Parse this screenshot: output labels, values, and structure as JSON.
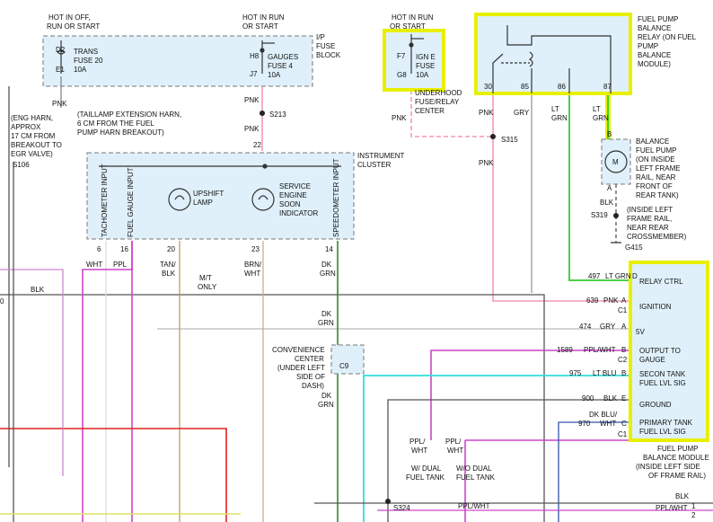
{
  "fuse_trans": {
    "power": [
      "HOT IN OFF,",
      "RUN OR START"
    ],
    "top_pin": "D2",
    "bottom_pin": "E1",
    "name": [
      "TRANS",
      "FUSE 20",
      "10A"
    ]
  },
  "fuse_gauges": {
    "power": [
      "HOT IN RUN",
      "OR START"
    ],
    "top_pin": "H8",
    "bottom_pin": "J7",
    "name": [
      "GAUGES",
      "FUSE 4",
      "10A"
    ]
  },
  "fuse_block_label": [
    "I/P",
    "FUSE",
    "BLOCK"
  ],
  "fuse_igne": {
    "power": [
      "HOT IN RUN",
      "OR START"
    ],
    "top_pin": "F7",
    "bottom_pin": "G8",
    "name": [
      "IGN E",
      "FUSE",
      "10A"
    ]
  },
  "underhood_label": [
    "UNDERHOOD",
    "FUSE/RELAY",
    "CENTER"
  ],
  "relay": {
    "pins": [
      "30",
      "85",
      "86",
      "87"
    ],
    "label": [
      "FUEL PUMP",
      "BALANCE",
      "RELAY (ON FUEL",
      "PUMP",
      "BALANCE",
      "MODULE)"
    ]
  },
  "relay_wires": [
    {
      "color_label": "PNK"
    },
    {
      "color_label": "GRY"
    },
    {
      "color_label": [
        "LT",
        "GRN"
      ]
    },
    {
      "color_label": [
        "LT",
        "GRN"
      ]
    }
  ],
  "left_wire_labels": {
    "pnk_top": "PNK",
    "s106": "S106",
    "pnk_s213_a": "PNK",
    "s213": "S213",
    "pnk_s213_b": "PNK",
    "pin22": "22",
    "pnk_underhood": "PNK",
    "s315": "S315",
    "pnk_s315": "PNK",
    "blk_main": "BLK",
    "zero": "0"
  },
  "eng_harn": [
    "(ENG HARN,",
    "APPROX",
    "17 CM FROM",
    "BREAKOUT TO",
    "EGR VALVE)"
  ],
  "taillamp_harn": [
    "(TAILLAMP EXTENSION HARN,",
    "6 CM FROM THE FUEL",
    "PUMP HARN BREAKOUT)"
  ],
  "cluster": {
    "label": [
      "INSTRUMENT",
      "CLUSTER"
    ],
    "upshift": [
      "UPSHIFT",
      "LAMP"
    ],
    "service": [
      "SERVICE",
      "ENGINE",
      "SOON",
      "INDICATOR"
    ],
    "inputs": [
      "TACHOMETER INPUT",
      "FUEL GAUGE INPUT",
      "SPEEDOMETER INPUT"
    ],
    "pins": [
      "6",
      "16",
      "20",
      "23",
      "14"
    ],
    "wires": [
      "WHT",
      "PPL",
      [
        "TAN/",
        "BLK"
      ],
      [
        "BRN/",
        "WHT"
      ],
      [
        "DK",
        "GRN"
      ]
    ],
    "mt_only": [
      "M/T",
      "ONLY"
    ]
  },
  "convenience": {
    "label": [
      "CONVENIENCE",
      "CENTER",
      "(UNDER LEFT",
      "SIDE OF",
      "DASH)"
    ],
    "pin": "C9",
    "dk_grn_top": [
      "DK",
      "GRN"
    ],
    "dk_grn_bottom": [
      "DK",
      "GRN"
    ]
  },
  "balance_pump": {
    "label": [
      "BALANCE",
      "FUEL PUMP",
      "(ON INSIDE",
      "LEFT FRAME",
      "RAIL, NEAR",
      "FRONT OF",
      "REAR TANK)"
    ],
    "pin_b": "B",
    "pin_a": "A",
    "motor": "M",
    "ground_wire": "BLK",
    "splice": "S319",
    "splice_label": [
      "(INSIDE LEFT",
      "FRAME RAIL,",
      "NEAR REAR",
      "CROSSMEMBER)"
    ],
    "ground": "G415"
  },
  "module": {
    "pins": [
      {
        "circuit": "497",
        "wire": "LT GRN",
        "pin": "D",
        "label": [
          "RELAY CTRL"
        ]
      },
      {
        "circuit": "639",
        "wire": "PNK",
        "pin": "A",
        "connector": "C1",
        "label": [
          "IGNITION"
        ]
      },
      {
        "circuit": "474",
        "wire": "GRY",
        "pin": "A",
        "label": [
          "5V"
        ]
      },
      {
        "circuit": "1589",
        "wire": "PPL/WHT",
        "pin": "B",
        "connector": "C2",
        "label": [
          "OUTPUT TO",
          "GAUGE"
        ]
      },
      {
        "circuit": "975",
        "wire": "LT BLU",
        "pin": "B",
        "label": [
          "SECON TANK",
          "FUEL LVL SIG"
        ]
      },
      {
        "circuit": "900",
        "wire": "BLK",
        "pin": "E",
        "label": [
          "GROUND"
        ]
      },
      {
        "circuit": "970",
        "wire": [
          "DK BLU/",
          "WHT"
        ],
        "pin": "C",
        "connector": "C1",
        "label": [
          "PRIMARY TANK",
          "FUEL LVL SIG"
        ]
      }
    ],
    "label": [
      "FUEL PUMP",
      "BALANCE MODULE",
      "(INSIDE LEFT SIDE",
      "OF FRAME RAIL)"
    ]
  },
  "dual_tank": {
    "wire_a": [
      "PPL/",
      "WHT"
    ],
    "wire_b": [
      "PPL/",
      "WHT"
    ],
    "label_a": [
      "W/ DUAL",
      "FUEL TANK"
    ],
    "label_b": [
      "W/O DUAL",
      "FUEL TANK"
    ]
  },
  "bottom": {
    "splice": "S324",
    "wire": "PPL/WHT",
    "right_blk": "BLK",
    "right_pplwht": "PPL/WHT",
    "pin1": "1",
    "pin2": "2"
  },
  "colors": {
    "pink": "#f4a6c0",
    "purple": "#cc44cc",
    "dk_grn": "#2e8b2e",
    "lt_grn": "#33cc33",
    "cyan": "#33dddd",
    "red": "#e02020",
    "highlight": "#e8f000",
    "box_fill": "#dff0fa"
  }
}
